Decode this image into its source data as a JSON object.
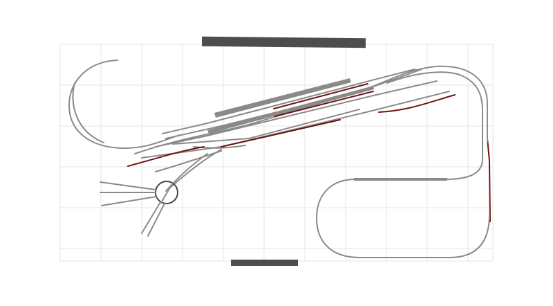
{
  "diagram": {
    "kind": "model-railway-track-plan",
    "colors": {
      "background": "#ffffff",
      "grid": "#e6e6e6",
      "track": "#8a8a8a",
      "track_highlight": "#6e1414",
      "platform": "#8a8a8a",
      "bench": "#4d4d4d",
      "turntable": "#444444"
    },
    "elements": {
      "grid": true,
      "benches": 2,
      "platforms": 3,
      "turntable": 1,
      "turntable_spurs": 5
    }
  }
}
